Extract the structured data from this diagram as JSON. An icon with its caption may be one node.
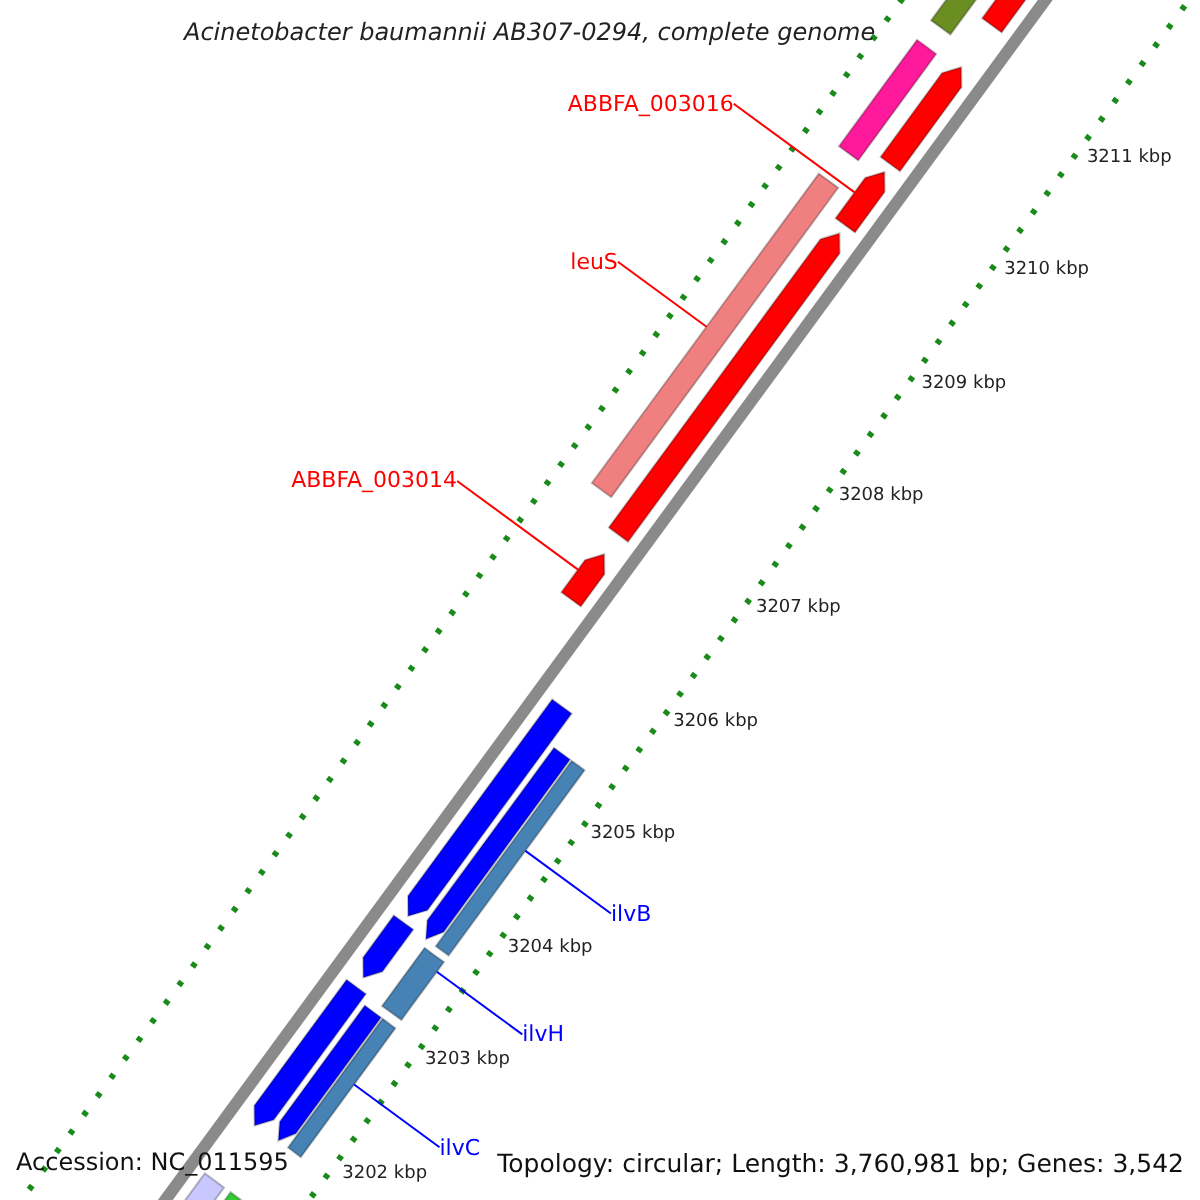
{
  "diagram": {
    "title": "Acinetobacter baumannii AB307-0294, complete genome",
    "nodes": [
      {
        "text": [
          "ABBFA_003016"
        ]
      },
      {
        "text": [],
        "shape": "bar"
      },
      {
        "text": [
          "leuS"
        ]
      },
      {
        "text": [],
        "shape": "bar"
      },
      {
        "text": [
          "ABBFA_003014"
        ]
      },
      {
        "text": [],
        "shape": "bar"
      },
      {
        "text": [
          "ilvB"
        ]
      },
      {
        "text": [],
        "shape": "bar"
      },
      {
        "text": [
          "ilvH"
        ]
      },
      {
        "text": [],
        "shape": "bar"
      },
      {
        "text": [
          "ilvC"
        ]
      },
      {
        "text": [],
        "shape": "bar"
      },
      {
        "text": [],
        "shape": "bar"
      },
      {
        "text": [],
        "shape": "bar"
      },
      {
        "text": [],
        "shape": "bar"
      },
      {
        "text": [],
        "shape": "bar"
      },
      {
        "text": [],
        "shape": "bar"
      },
      {
        "text": [],
        "shape": "bar"
      },
      {
        "text": [],
        "shape": "bar"
      },
      {
        "text": [],
        "shape": "bar"
      },
      {
        "text": [],
        "shape": "bar"
      },
      {
        "text": [],
        "shape": "bar"
      },
      {
        "text": [],
        "shape": "bar"
      },
      {
        "text": [],
        "shape": "bar"
      }
    ],
    "edges": [
      {
        "from": 0,
        "to": 1,
        "arrow": "none"
      },
      {
        "from": 2,
        "to": 3,
        "arrow": "none"
      },
      {
        "from": 4,
        "to": 5,
        "arrow": "none"
      },
      {
        "from": 6,
        "to": 7,
        "arrow": "none",
        "color": "#0000ff"
      },
      {
        "from": 8,
        "to": 9,
        "arrow": "none",
        "color": "#0000ff"
      },
      {
        "from": 10,
        "to": 11,
        "arrow": "none",
        "color": "#0000ff"
      }
    ],
    "labels": [
      "3211 kbp",
      "3210 kbp",
      "3209 kbp",
      "3208 kbp",
      "3207 kbp",
      "3206 kbp",
      "3205 kbp",
      "3204 kbp",
      "3203 kbp",
      "3202 kbp",
      "Accession: NC_011595",
      "Topology: circular; Length: 3,760,981 bp; Genes: 3,542"
    ]
  }
}
